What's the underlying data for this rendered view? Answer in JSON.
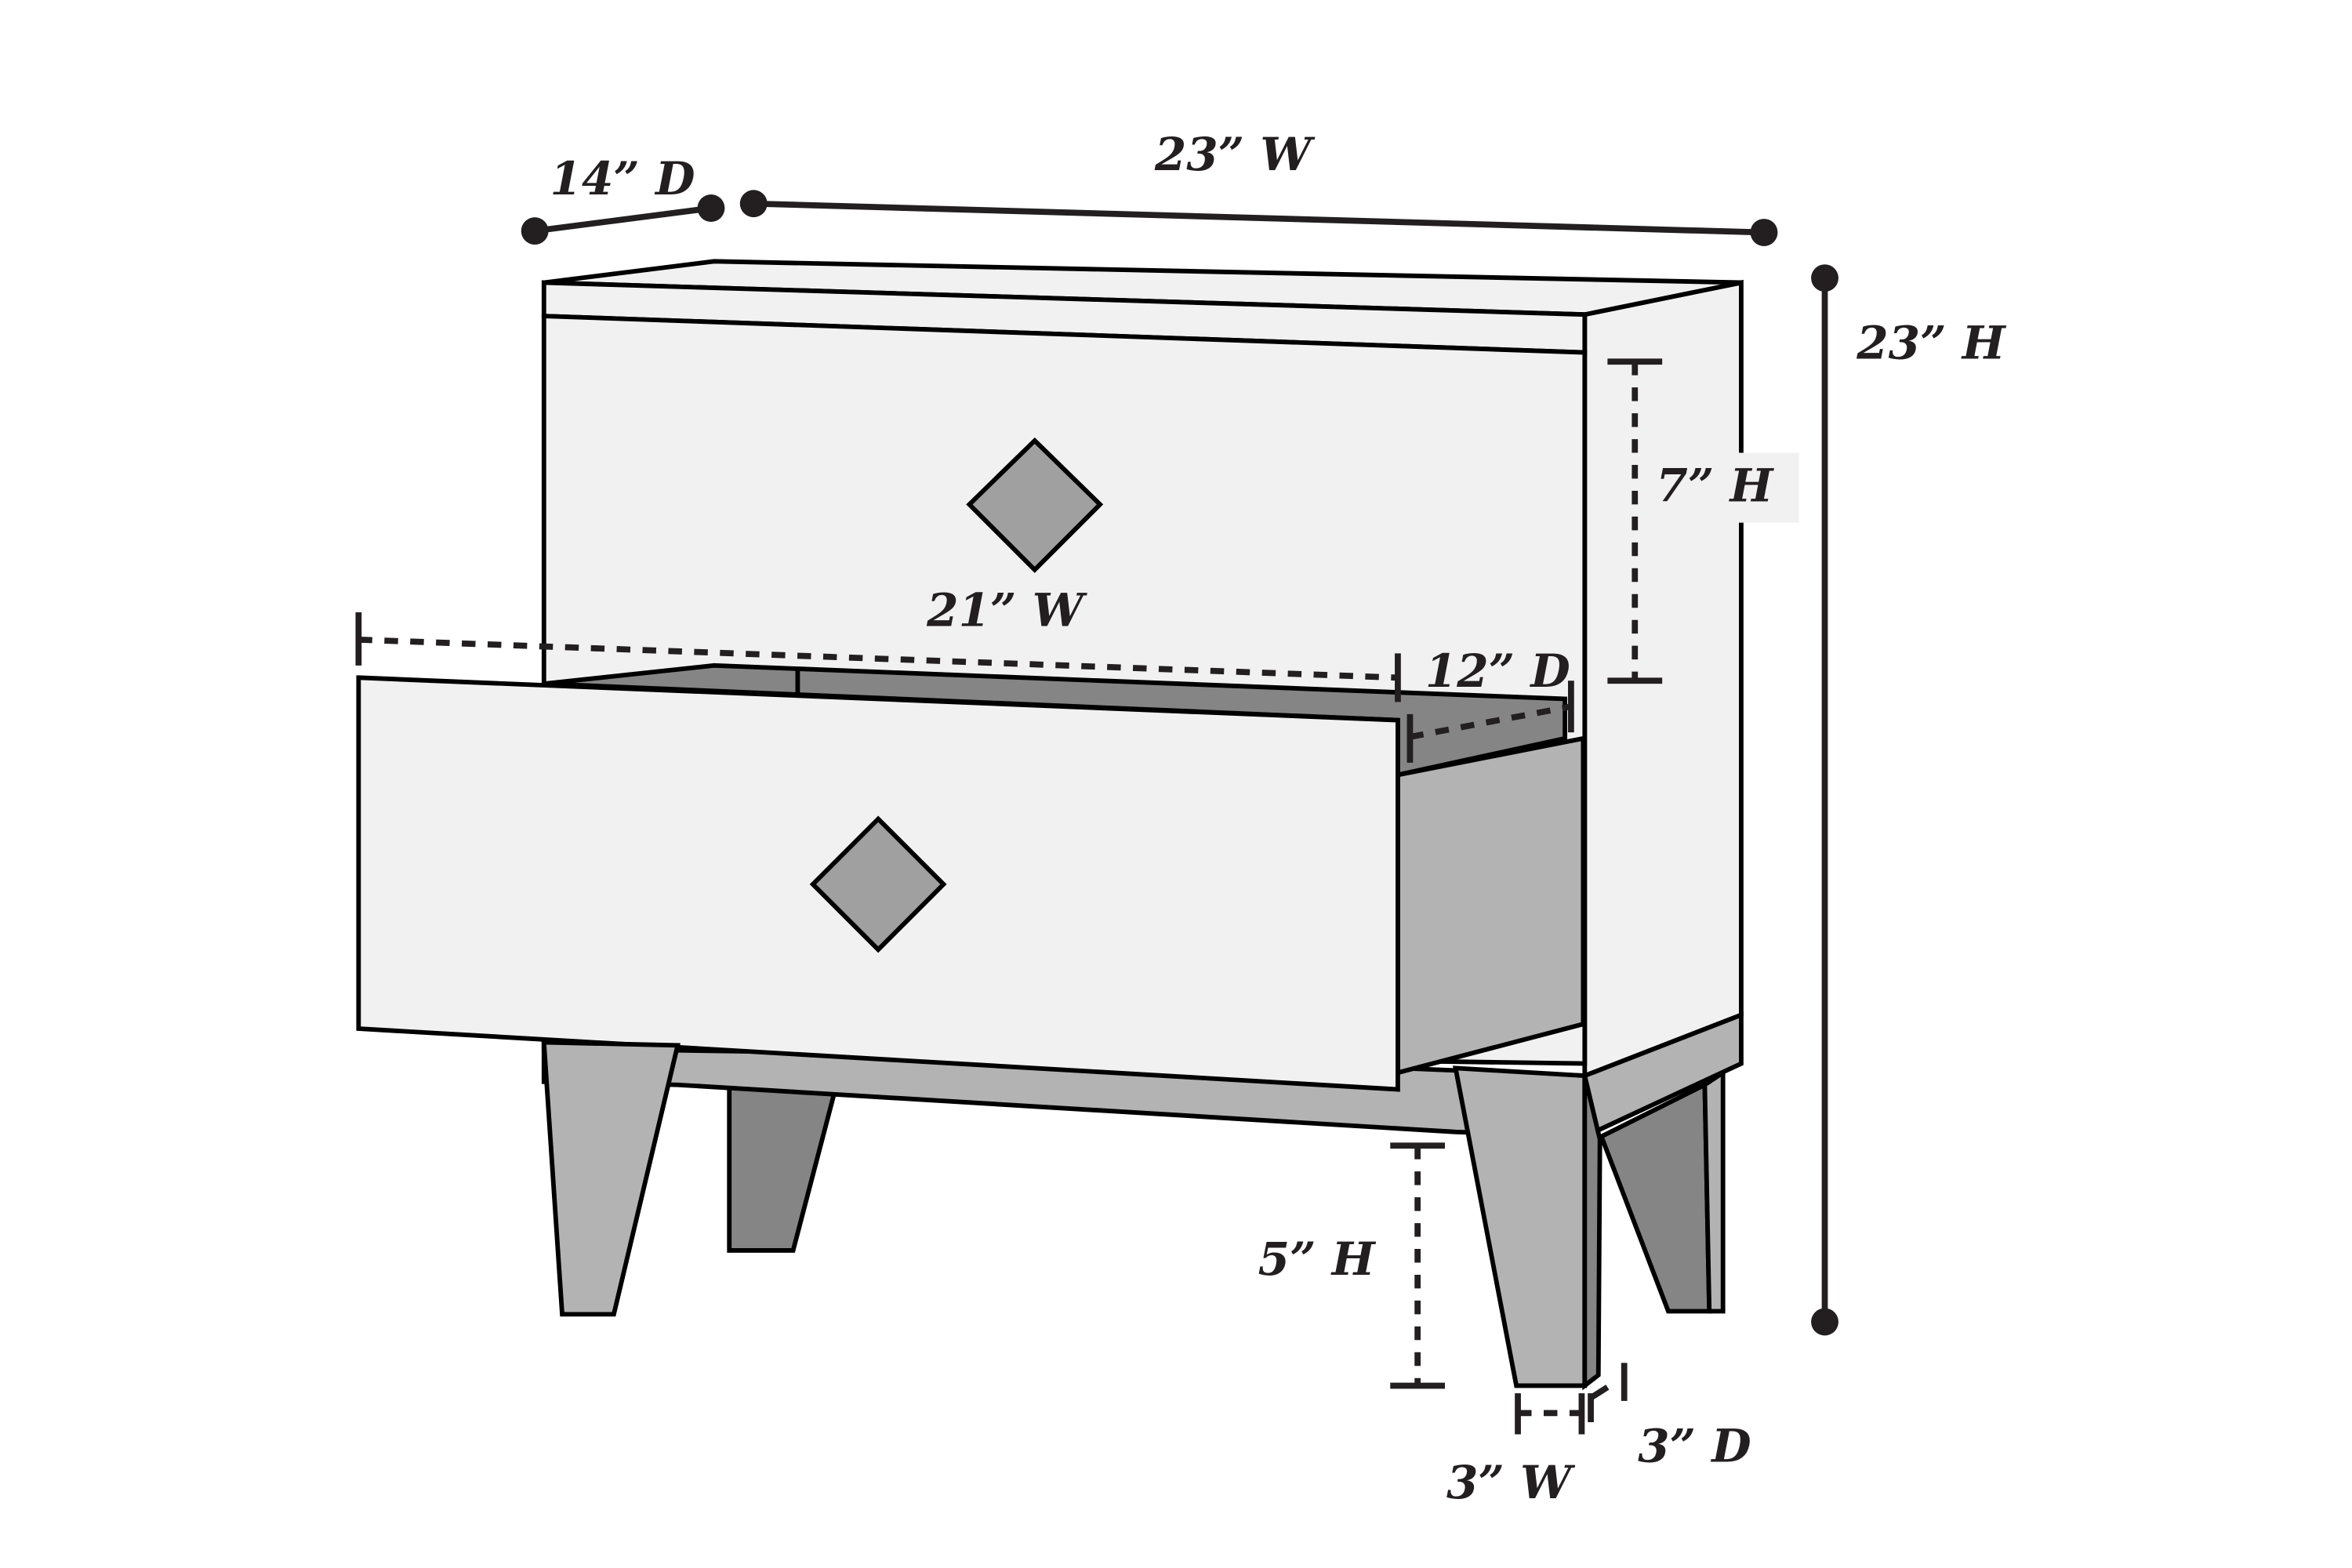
{
  "labels": {
    "overall_depth": "14” D",
    "overall_width": "23” W",
    "overall_height": "23” H",
    "drawer_height": "7” H",
    "drawer_width": "21” W",
    "drawer_depth": "12” D",
    "leg_height": "5” H",
    "leg_width": "3” W",
    "leg_depth": "3” D"
  },
  "colors": {
    "panel": "#f1f1f1",
    "mid_gray": "#b3b3b3",
    "dark_gray": "#858585",
    "line": "#231f20"
  }
}
